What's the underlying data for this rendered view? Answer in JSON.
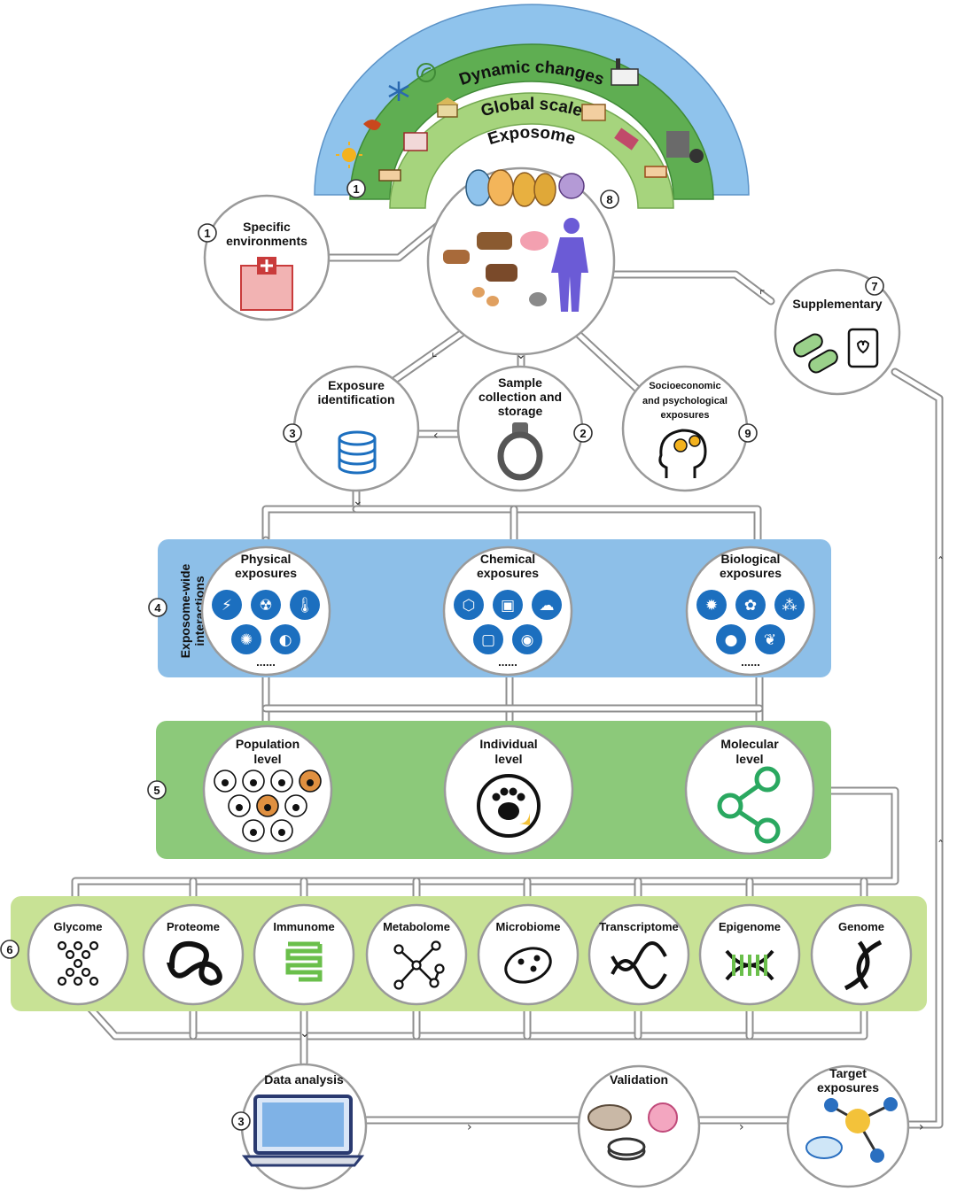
{
  "arc": {
    "outer_label": "Dynamic changes",
    "middle_label": "Global scale",
    "inner_label": "Exposome",
    "badge_num": "1",
    "colors": {
      "outer": "#8fc3ec",
      "middle": "#5fae52",
      "inner": "#a6d47d"
    }
  },
  "top_circle": {
    "badge_num": "8"
  },
  "specific_env": {
    "label_line1": "Specific",
    "label_line2": "environments",
    "num": "1",
    "icon": "hospital-icon"
  },
  "supplementary": {
    "label": "Supplementary",
    "num": "7",
    "icon": "pills-icon"
  },
  "exposure_id": {
    "label_line1": "Exposure",
    "label_line2": "identification",
    "num": "3",
    "icon": "database-icon"
  },
  "sample": {
    "label_line1": "Sample",
    "label_line2": "collection and",
    "label_line3": "storage",
    "num": "2",
    "icon": "sample-ring-icon"
  },
  "socio": {
    "label_line1": "Socioeconomic",
    "label_line2": "and psychological",
    "label_line3": "exposures",
    "num": "9",
    "icon": "head-gears-icon"
  },
  "interactions": {
    "side_label_line1": "Exposome-wide",
    "side_label_line2": "interactions",
    "num": "4",
    "color": "#8dbfe8",
    "groups": [
      {
        "label_line1": "Physical",
        "label_line2": "exposures",
        "dots": "......",
        "icons": [
          "lightning-icon",
          "radiation-icon",
          "thermometer-icon",
          "light-bulb-icon",
          "ear-icon"
        ]
      },
      {
        "label_line1": "Chemical",
        "label_line2": "exposures",
        "dots": "......",
        "icons": [
          "molecule-icon",
          "jar-icon",
          "smoke-icon",
          "container-icon",
          "spray-icon"
        ]
      },
      {
        "label_line1": "Biological",
        "label_line2": "exposures",
        "dots": "......",
        "icons": [
          "virus-icon",
          "bacteria-icon",
          "pollen-icon",
          "dog-icon",
          "leaf-icon"
        ]
      }
    ]
  },
  "levels": {
    "num": "5",
    "color": "#8cc97a",
    "items": [
      {
        "label_line1": "Population",
        "label_line2": "level",
        "icon": "population-paws-icon"
      },
      {
        "label_line1": "Individual",
        "label_line2": "level",
        "icon": "paw-icon"
      },
      {
        "label_line1": "Molecular",
        "label_line2": "level",
        "icon": "share-network-icon"
      }
    ]
  },
  "omics": {
    "num": "6",
    "color": "#c8e295",
    "items": [
      {
        "label": "Glycome",
        "icon": "glycome-icon"
      },
      {
        "label": "Proteome",
        "icon": "proteome-icon"
      },
      {
        "label": "Immunome",
        "icon": "intestine-icon"
      },
      {
        "label": "Metabolome",
        "icon": "metabolome-network-icon"
      },
      {
        "label": "Microbiome",
        "icon": "microbe-icon"
      },
      {
        "label": "Transcriptome",
        "icon": "rna-icon"
      },
      {
        "label": "Epigenome",
        "icon": "epigenome-dna-icon"
      },
      {
        "label": "Genome",
        "icon": "dna-icon"
      }
    ]
  },
  "bottom": {
    "data_analysis": {
      "label": "Data analysis",
      "num": "3",
      "icon": "laptop-icon"
    },
    "validation": {
      "label": "Validation",
      "icon": "mouse-cell-icon"
    },
    "target": {
      "label_line1": "Target",
      "label_line2": "exposures",
      "icon": "target-molecule-icon"
    }
  }
}
